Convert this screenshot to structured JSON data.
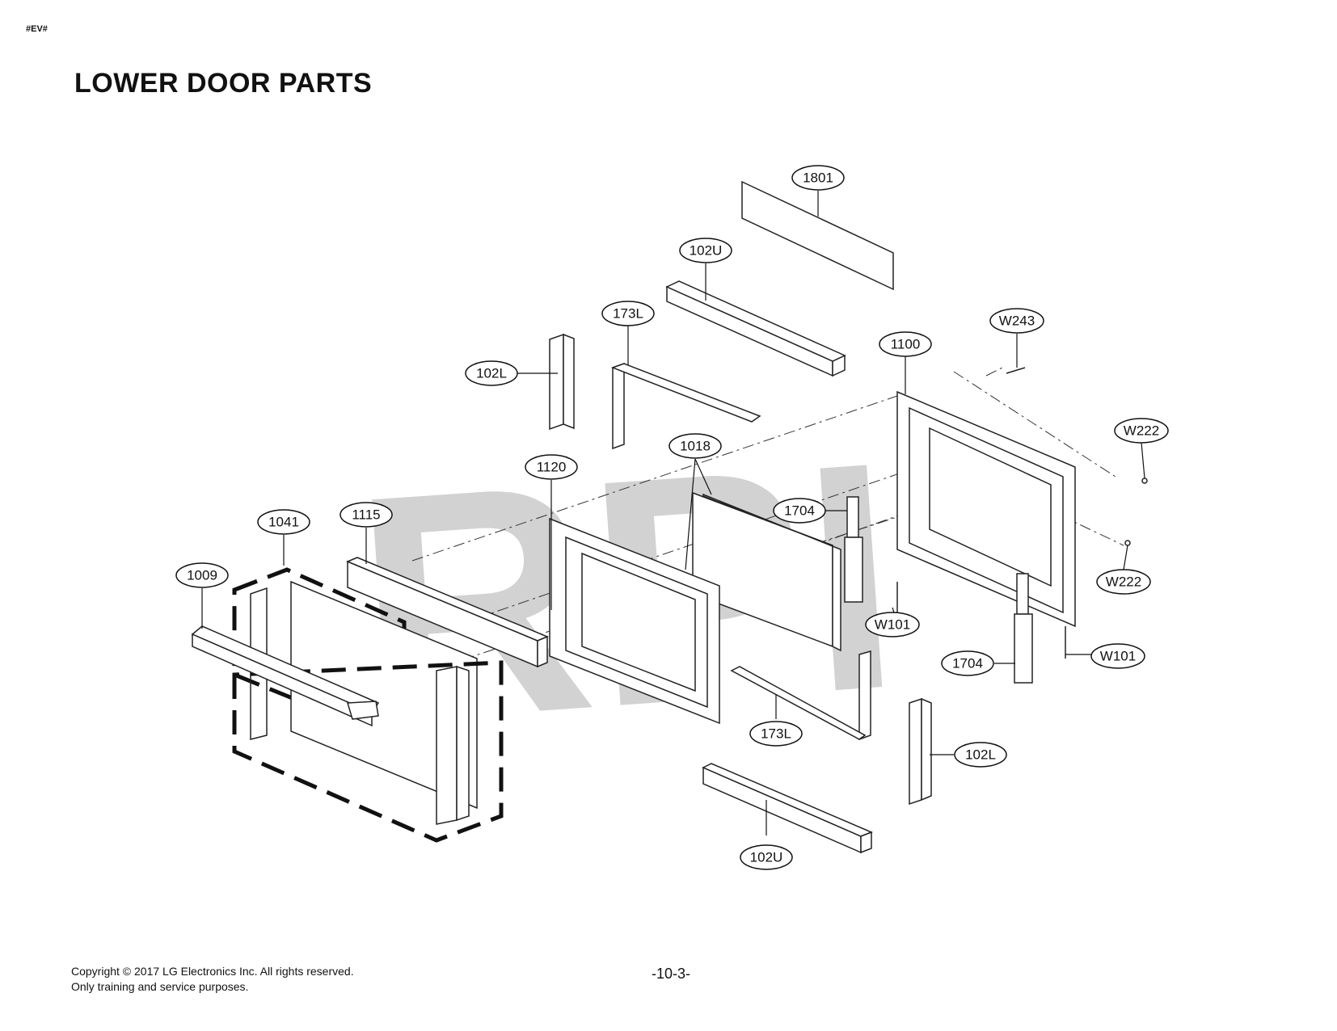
{
  "header": {
    "doc_code": "#EV#",
    "title": "LOWER DOOR PARTS"
  },
  "watermark": "RPI",
  "callouts": {
    "c1801": "1801",
    "c102u_top": "102U",
    "c173l_top": "173L",
    "c102l_top": "102L",
    "cw243": "W243",
    "c1100": "1100",
    "cw222_top": "W222",
    "c1018": "1018",
    "c1120": "1120",
    "c1704_mid": "1704",
    "c1041": "1041",
    "c1115": "1115",
    "c1009": "1009",
    "cw222_bot": "W222",
    "cw101_mid": "W101",
    "cw101_right": "W101",
    "c1704_bot": "1704",
    "c173l_bot": "173L",
    "c102l_bot": "102L",
    "c102u_bot": "102U"
  },
  "footer": {
    "copyright": "Copyright © 2017 LG Electronics Inc. All rights reserved.",
    "purpose": "Only training and service purposes.",
    "page_number": "-10-3-"
  }
}
